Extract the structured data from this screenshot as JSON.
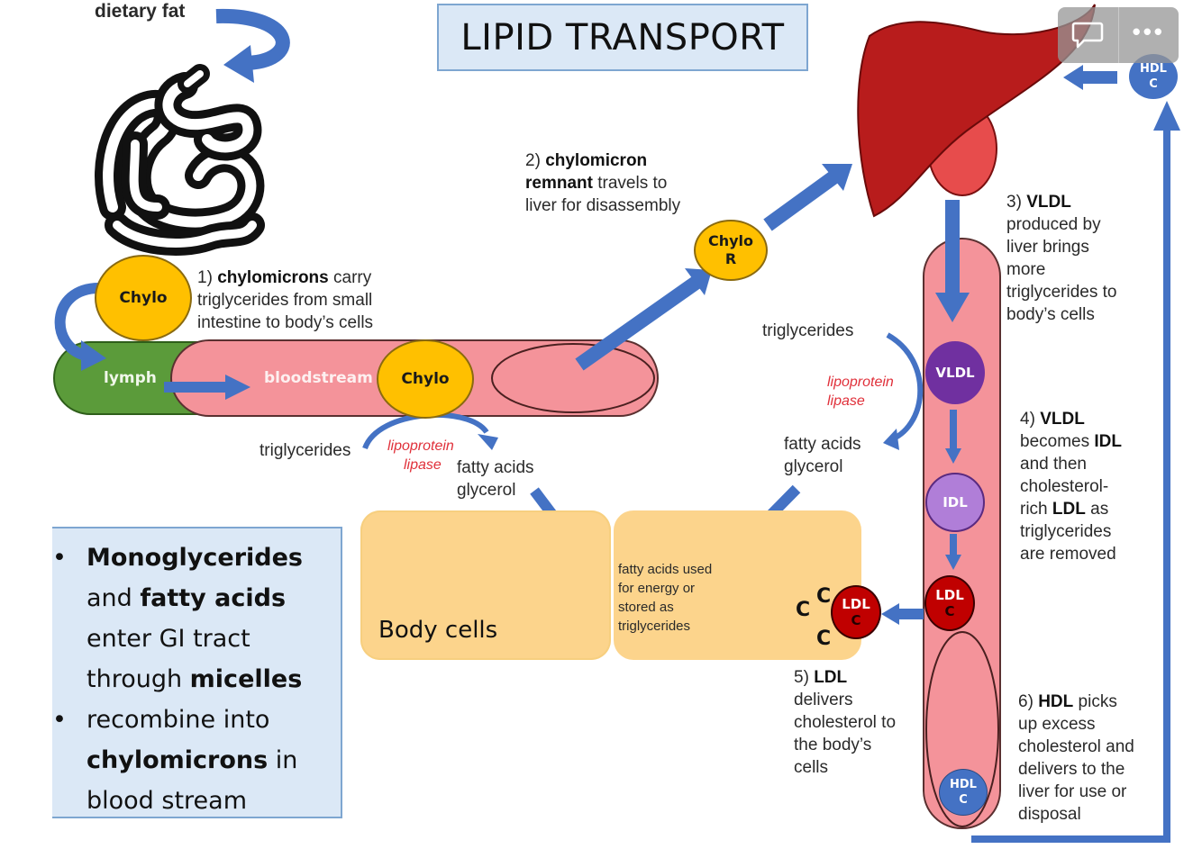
{
  "title": "LIPID TRANSPORT",
  "colors": {
    "arrow": "#4472c4",
    "chylo": "#ffc000",
    "lymph": "#5b9b3a",
    "blood": "#f4939a",
    "liver": "#b81c1c",
    "vldl": "#7030a0",
    "idl": "#b07ed8",
    "ldl": "#c00000",
    "hdl": "#4472c4",
    "body_cells": "#fcd48c",
    "info_box": "#dbe8f6",
    "enzyme_text": "#e0303a"
  },
  "labels": {
    "dietary_fat": "dietary fat",
    "lymph": "lymph",
    "bloodstream": "bloodstream",
    "chylo": "Chylo",
    "chylo_r_line1": "Chylo",
    "chylo_r_line2": "R",
    "vldl": "VLDL",
    "idl": "IDL",
    "ldl": "LDL",
    "hdl": "HDL",
    "c": "C",
    "triglycerides": "triglycerides",
    "lipoprotein": "lipoprotein",
    "lipase": "lipase",
    "fatty_acids": "fatty acids",
    "glycerol": "glycerol",
    "body_cells": "Body cells",
    "fatty_acids_used": [
      "fatty acids used",
      "for energy or",
      "stored as",
      "triglycerides"
    ]
  },
  "steps": [
    {
      "num": "1)",
      "bold": "chylomicrons",
      "rest": " carry",
      "lines": [
        "triglycerides from small",
        "intestine to body’s cells"
      ]
    },
    {
      "num": "2)",
      "bold": "chylomicron",
      "bold2": "remnant",
      "rest2": " travels to",
      "lines": [
        "liver for disassembly"
      ]
    },
    {
      "num": "3)",
      "bold": "VLDL",
      "lines": [
        "produced by",
        "liver brings",
        "more",
        "triglycerides to",
        "body’s cells"
      ]
    },
    {
      "num": "4)",
      "bold": "VLDL",
      "l2a": "becomes ",
      "l2b": "IDL",
      "l3": "and then",
      "l4": "cholesterol-",
      "l5a": "rich ",
      "l5b": "LDL",
      "l5c": " as",
      "l6": "triglycerides",
      "l7": "are removed"
    },
    {
      "num": "5)",
      "bold": "LDL",
      "lines": [
        "delivers",
        "cholesterol to",
        "the body’s",
        "cells"
      ]
    },
    {
      "num": "6)",
      "bold": "HDL",
      "rest": " picks",
      "lines": [
        "up excess",
        "cholesterol and",
        "delivers to the",
        "liver for use or",
        "disposal"
      ]
    }
  ],
  "info_box": {
    "bullets": [
      {
        "lines": [
          [
            {
              "t": "Monoglycerides",
              "b": true
            }
          ],
          [
            {
              "t": "and ",
              "b": false
            },
            {
              "t": "fatty acids",
              "b": true
            }
          ],
          [
            {
              "t": "enter GI tract",
              "b": false
            }
          ],
          [
            {
              "t": "through ",
              "b": false
            },
            {
              "t": "micelles",
              "b": true
            }
          ]
        ]
      },
      {
        "lines": [
          [
            {
              "t": "recombine into",
              "b": false
            }
          ],
          [
            {
              "t": "chylomicrons",
              "b": true
            },
            {
              "t": " in",
              "b": false
            }
          ],
          [
            {
              "t": "blood stream",
              "b": false
            }
          ]
        ]
      }
    ],
    "bullet_char": "•"
  },
  "toolbar": {
    "comment_icon": "speech-bubble-icon",
    "more_icon": "more-dots-icon",
    "more_label": "•••"
  }
}
